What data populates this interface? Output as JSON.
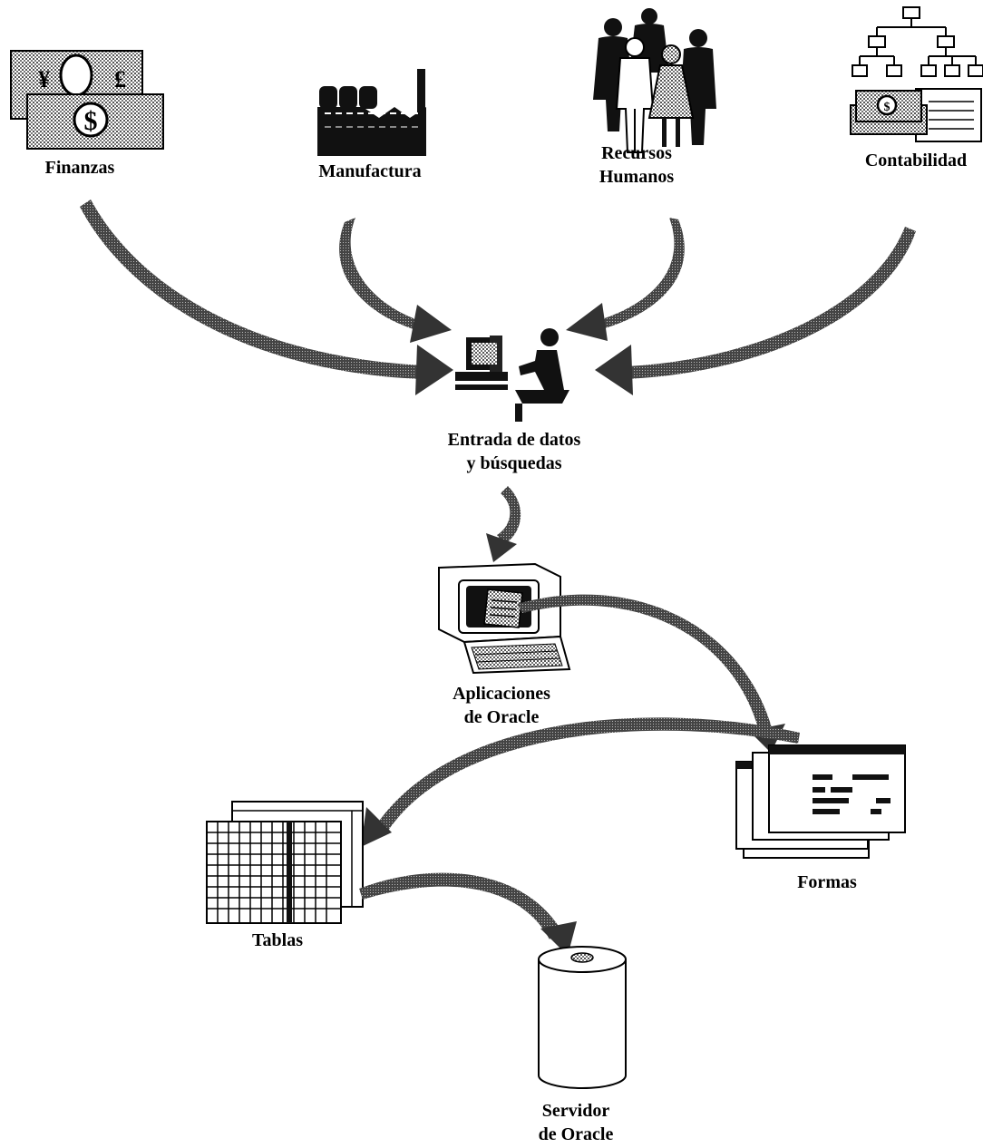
{
  "diagram": {
    "sources": {
      "finanzas": {
        "label": "Finanzas"
      },
      "manufactura": {
        "label": "Manufactura"
      },
      "recursos_humanos": {
        "line1": "Recursos",
        "line2": "Humanos"
      },
      "contabilidad": {
        "label": "Contabilidad"
      }
    },
    "entrada": {
      "line1": "Entrada de datos",
      "line2": "y búsquedas"
    },
    "aplicaciones": {
      "line1": "Aplicaciones",
      "line2": "de Oracle"
    },
    "formas": {
      "label": "Formas"
    },
    "tablas": {
      "label": "Tablas"
    },
    "servidor": {
      "line1": "Servidor",
      "line2": "de Oracle"
    },
    "icon_symbols": {
      "currency_yen": "¥",
      "currency_pound": "£",
      "currency_dollar": "$"
    },
    "colors": {
      "ink": "#000000",
      "halftone": "#8a8a8a",
      "arrow": "#3a3a3a",
      "paper": "#ffffff"
    }
  }
}
